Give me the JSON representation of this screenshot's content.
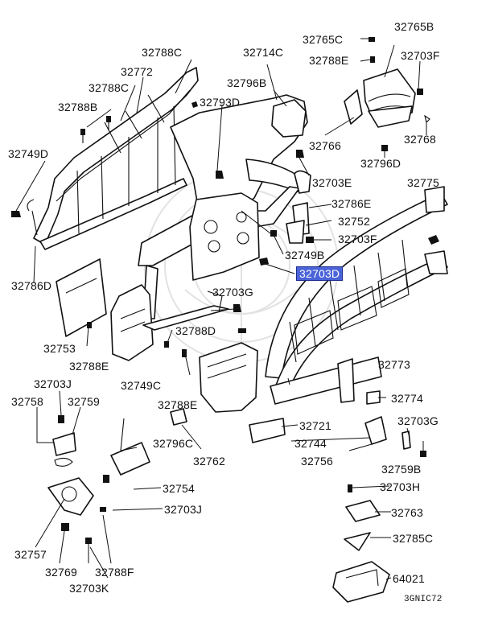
{
  "diagram_code": "3GNIC72",
  "highlighted_part": "32703D",
  "labels": {
    "p32765B": "32765B",
    "p32765C": "32765C",
    "p32788E_top": "32788E",
    "p32703F_top": "32703F",
    "p32788C_a": "32788C",
    "p32714C": "32714C",
    "p32772": "32772",
    "p32796B": "32796B",
    "p32788C_b": "32788C",
    "p32788B": "32788B",
    "p32793D": "32793D",
    "p32766": "32766",
    "p32768": "32768",
    "p32749D": "32749D",
    "p32796D": "32796D",
    "p32703E": "32703E",
    "p32775": "32775",
    "p32786E": "32786E",
    "p32752": "32752",
    "p32703F_mid": "32703F",
    "p32749B": "32749B",
    "p32703D": "32703D",
    "p32786D": "32786D",
    "p32703G_mid": "32703G",
    "p32788D": "32788D",
    "p32753": "32753",
    "p32788E_left": "32788E",
    "p32773": "32773",
    "p32749C": "32749C",
    "p32703J_top": "32703J",
    "p32774": "32774",
    "p32788E_mid": "32788E",
    "p32758": "32758",
    "p32759": "32759",
    "p32703G_right": "32703G",
    "p32721": "32721",
    "p32796C": "32796C",
    "p32744": "32744",
    "p32762": "32762",
    "p32756": "32756",
    "p32759B": "32759B",
    "p32754": "32754",
    "p32703H": "32703H",
    "p32703J_bot": "32703J",
    "p32763": "32763",
    "p32785C": "32785C",
    "p32757": "32757",
    "p32788F": "32788F",
    "p32769": "32769",
    "p64021": "64021",
    "p32703K": "32703K"
  }
}
